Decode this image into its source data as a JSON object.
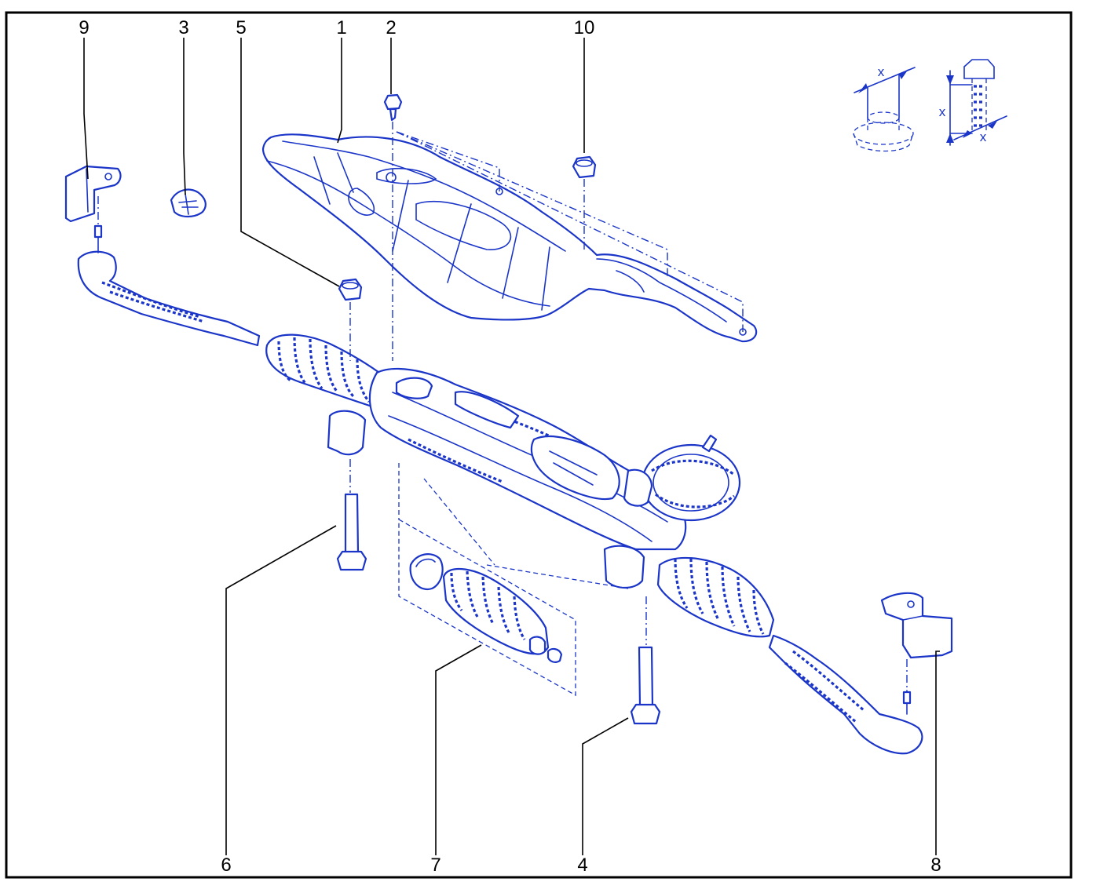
{
  "colors": {
    "line": "#1a35c8",
    "frame": "#000000",
    "background": "#ffffff"
  },
  "callouts": {
    "c1": "1",
    "c2": "2",
    "c3": "3",
    "c4": "4",
    "c5": "5",
    "c6": "6",
    "c7": "7",
    "c8": "8",
    "c9": "9",
    "c10": "10"
  },
  "legend": {
    "nut_dimension": "x",
    "bolt_dimension_a": "x",
    "bolt_dimension_b": "x"
  }
}
